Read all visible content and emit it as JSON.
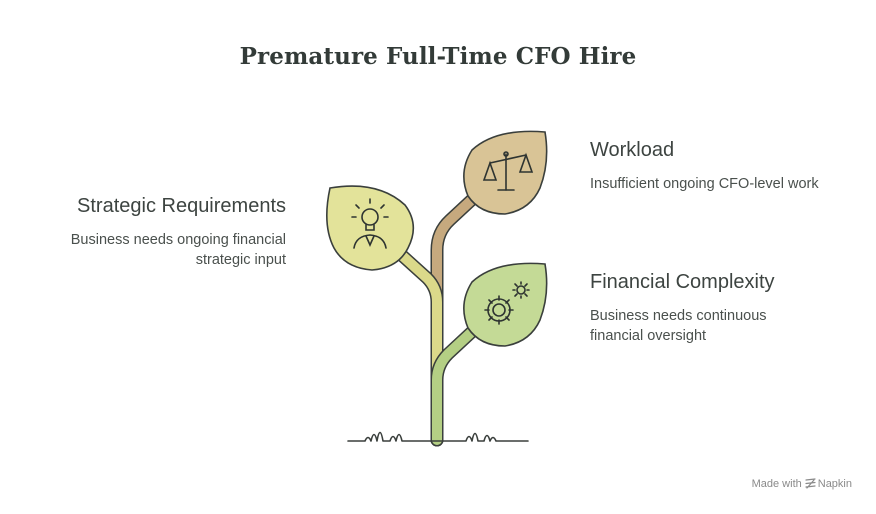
{
  "title": "Premature Full-Time CFO Hire",
  "items": [
    {
      "heading": "Strategic Requirements",
      "description_lines": [
        "Business needs ongoing financial",
        "strategic input"
      ],
      "icon": "lightbulb-person-icon",
      "leaf_color": "#e3e39a"
    },
    {
      "heading": "Workload",
      "description_lines": [
        "Insufficient ongoing CFO-level work"
      ],
      "icon": "balance-scale-icon",
      "leaf_color": "#d9c496"
    },
    {
      "heading": "Financial Complexity",
      "description_lines": [
        "Business needs continuous",
        "financial oversight"
      ],
      "icon": "gears-icon",
      "leaf_color": "#c4da96"
    }
  ],
  "watermark": {
    "made_with": "Made with",
    "brand": "Napkin"
  }
}
